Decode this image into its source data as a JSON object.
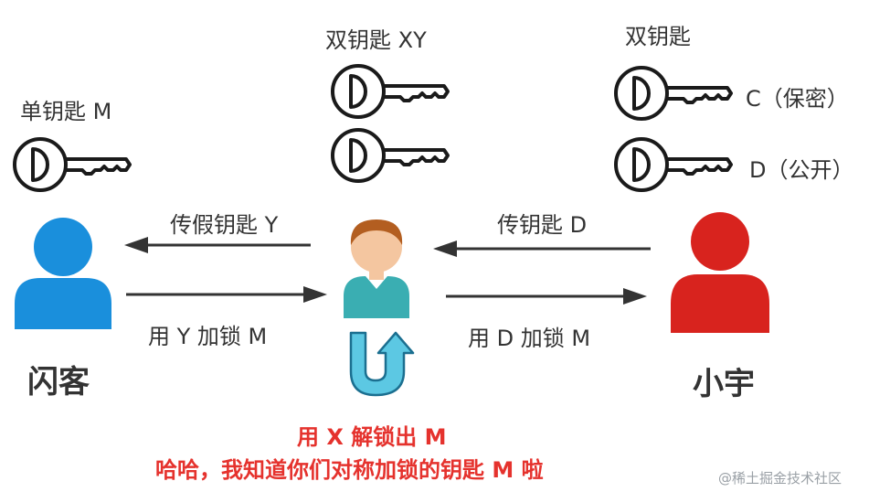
{
  "labels": {
    "single_key": "单钥匙 M",
    "double_key_xy": "双钥匙 XY",
    "double_key": "双钥匙",
    "key_c": "C（保密）",
    "key_d": "D（公开）",
    "send_fake_key": "传假钥匙 Y",
    "send_key_d": "传钥匙 D",
    "lock_with_y": "用 Y 加锁 M",
    "lock_with_d": "用 D 加锁 M",
    "left_person": "闪客",
    "right_person": "小宇"
  },
  "message": {
    "line1": "用 X 解锁出 M",
    "line2": "哈哈，我知道你们对称加锁的钥匙 M 啦"
  },
  "watermark": "@稀土掘金技术社区",
  "colors": {
    "left_person": "#1a8fdc",
    "right_person": "#d8231e",
    "middle_skin": "#f4c6a0",
    "middle_hair": "#b35e20",
    "middle_body": "#3aaeb2",
    "u_arrow_fill": "#5cc8e3",
    "u_arrow_stroke": "#1b6f90",
    "red_text": "#e5322d",
    "arrow": "#333333"
  },
  "icons": {
    "key": "key-icon",
    "person": "person-icon",
    "u_turn": "u-turn-arrow-icon"
  }
}
